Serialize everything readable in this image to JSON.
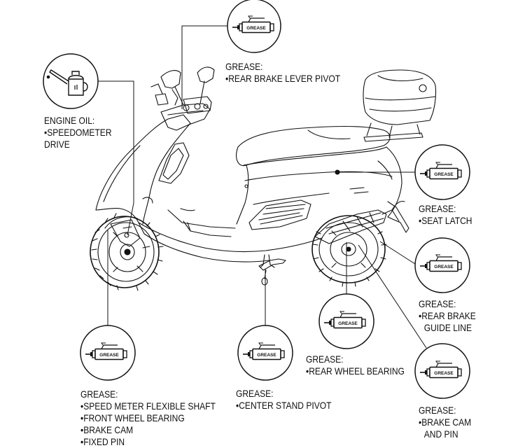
{
  "callouts": [
    {
      "id": "engine-oil",
      "header": "ENGINE OIL:",
      "lines": [
        "•SPEEDOMETER",
        "DRIVE"
      ]
    },
    {
      "id": "rear-brake-lever",
      "header": "GREASE:",
      "lines": [
        "•REAR BRAKE LEVER PIVOT"
      ]
    },
    {
      "id": "seat-latch",
      "header": "GREASE:",
      "lines": [
        "•SEAT LATCH"
      ]
    },
    {
      "id": "rear-brake-guide",
      "header": "GREASE:",
      "lines": [
        "•REAR BRAKE",
        "GUIDE LINE"
      ]
    },
    {
      "id": "rear-wheel-bearing",
      "header": "GREASE:",
      "lines": [
        "•REAR WHEEL BEARING"
      ]
    },
    {
      "id": "brake-cam-pin",
      "header": "GREASE:",
      "lines": [
        "•BRAKE CAM",
        "AND PIN"
      ]
    },
    {
      "id": "center-stand",
      "header": "GREASE:",
      "lines": [
        "•CENTER STAND PIVOT"
      ]
    },
    {
      "id": "front-wheel",
      "header": "GREASE:",
      "lines": [
        "•SPEED METER FLEXIBLE SHAFT",
        "•FRONT WHEEL BEARING",
        "•BRAKE CAM",
        "•FIXED PIN"
      ]
    }
  ],
  "tube_label": "GREASE",
  "icons": {
    "grease": "grease-tube-icon",
    "oil": "oil-can-icon"
  }
}
